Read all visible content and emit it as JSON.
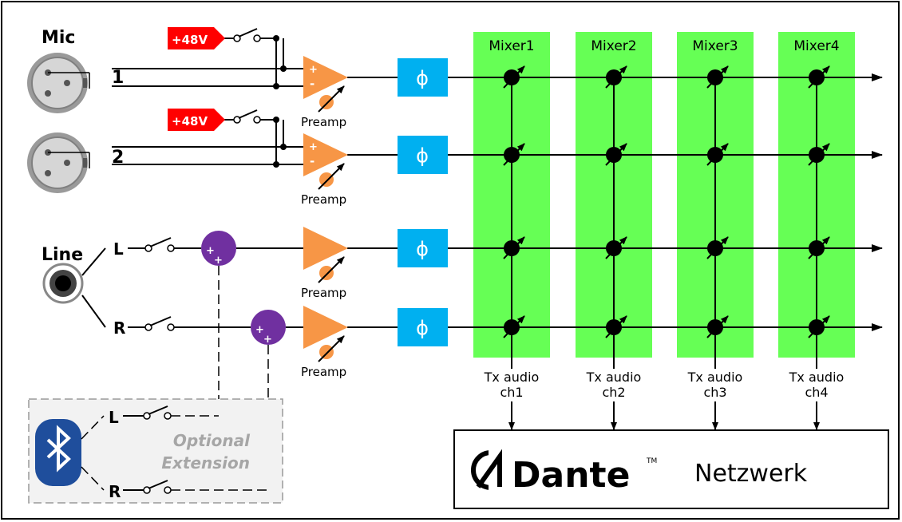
{
  "mic_label": "Mic",
  "line_label": "Line",
  "phantom_label": "+48V",
  "preamp_label": "Preamp",
  "phase_symbol": "ϕ",
  "mic_channels": [
    "1",
    "2"
  ],
  "line_channels": [
    "L",
    "R"
  ],
  "mixers": [
    "Mixer1",
    "Mixer2",
    "Mixer3",
    "Mixer4"
  ],
  "tx": [
    {
      "line1": "Tx audio",
      "line2": "ch1"
    },
    {
      "line1": "Tx audio",
      "line2": "ch2"
    },
    {
      "line1": "Tx audio",
      "line2": "ch3"
    },
    {
      "line1": "Tx audio",
      "line2": "ch4"
    }
  ],
  "optional_line1": "Optional",
  "optional_line2": "Extension",
  "bt_channels": [
    "L",
    "R"
  ],
  "dante_brand": "Dante",
  "dante_tm": "TM",
  "network_label": "Netzwerk",
  "plus_sign": "+",
  "minus_sign": "-",
  "colors": {
    "mixer_green": "#66ff55",
    "phase_blue": "#00b0f0",
    "preamp_orange": "#f79646",
    "phantom_red": "#ff0000",
    "sum_purple": "#7030a0",
    "bluetooth_blue": "#1f4e9c",
    "optional_text": "#a6a6a6"
  },
  "icons": [
    "xlr-connector-icon",
    "rca-jack-icon",
    "bluetooth-icon",
    "dante-logo-icon"
  ]
}
